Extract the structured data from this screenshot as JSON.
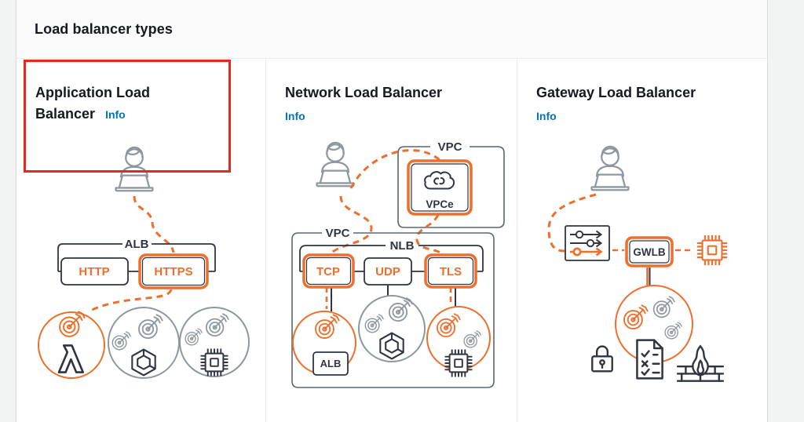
{
  "page": {
    "title": "Load balancer types"
  },
  "cards": [
    {
      "id": "alb",
      "title": "Application Load Balancer",
      "info_label": "Info",
      "diagram": {
        "group_label": "ALB",
        "http": "HTTP",
        "https": "HTTPS"
      }
    },
    {
      "id": "nlb",
      "title": "Network Load Balancer",
      "info_label": "Info",
      "diagram": {
        "vpc_endpoint": "VPC",
        "vpce": "VPCe",
        "vpc": "VPC",
        "group_label": "NLB",
        "tcp": "TCP",
        "udp": "UDP",
        "tls": "TLS",
        "alb_target": "ALB"
      }
    },
    {
      "id": "gwlb",
      "title": "Gateway Load Balancer",
      "info_label": "Info",
      "diagram": {
        "gwlb": "GWLB"
      }
    }
  ],
  "colors": {
    "orange": "#ec6f2e",
    "dark": "#2f3540",
    "icon-gray": "#8d989e",
    "bracket": "#5c6670",
    "link-blue": "#0073bb",
    "heading": "#16191f",
    "annotation-red": "#e8251f",
    "page-bg": "#f2f3f3",
    "header-bg": "#fafafa",
    "divider": "#eaeded",
    "panel-border": "#d9dde0"
  }
}
